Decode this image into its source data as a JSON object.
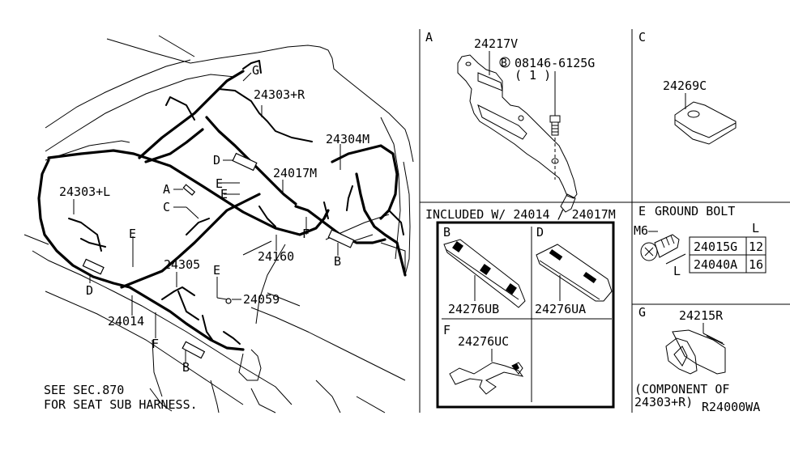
{
  "main_view": {
    "callouts": {
      "p24303R": "24303+R",
      "g": "G",
      "p24304M": "24304M",
      "d_top": "D",
      "p24017M": "24017M",
      "e1": "E",
      "e2": "E",
      "a": "A",
      "c": "C",
      "p24303L": "24303+L",
      "e3": "E",
      "f1": "F",
      "p24160": "24160",
      "b1": "B",
      "p24305": "24305",
      "e4": "E",
      "p24059": "24059",
      "d_left": "D",
      "p24014": "24014",
      "f2": "F",
      "b2": "B"
    },
    "note_line1": "SEE SEC.870",
    "note_line2": "FOR SEAT SUB HARNESS."
  },
  "panel_a": {
    "letter": "A",
    "part_bracket": "24217V",
    "bolt_marker": "B",
    "part_bolt": "08146-6125G",
    "bolt_qty": "( 1 )"
  },
  "panel_c": {
    "letter": "C",
    "part": "24269C"
  },
  "included_section": {
    "title": "INCLUDED W/ 24014 / 24017M",
    "cells": [
      {
        "letter": "B",
        "part": "24276UB"
      },
      {
        "letter": "D",
        "part": "24276UA"
      },
      {
        "letter": "F",
        "part": "24276UC"
      }
    ]
  },
  "panel_e": {
    "letter": "E",
    "title": "GROUND BOLT",
    "thread_label": "M6",
    "length_label": "L",
    "table": {
      "header_length": "L",
      "rows": [
        {
          "part": "24015G",
          "length": "12"
        },
        {
          "part": "24040A",
          "length": "16"
        }
      ]
    }
  },
  "panel_g": {
    "letter": "G",
    "part": "24215R",
    "note_line1": "(COMPONENT OF",
    "note_line2": "24303+R)",
    "diagram_code": "R24000WA"
  }
}
